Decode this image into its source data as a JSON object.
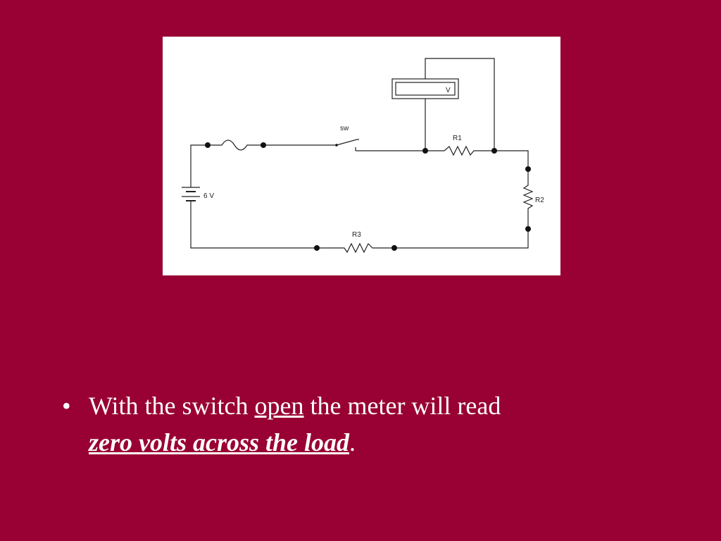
{
  "circuit": {
    "switch_label": "sw",
    "battery_label": "6 V",
    "meter_label": "V",
    "resistor_labels": [
      "R1",
      "R2",
      "R3"
    ]
  },
  "bullet": {
    "marker": "•",
    "text_before": "With the switch ",
    "emphasis_open": "open",
    "text_middle": " the meter will read",
    "emphasis_conclusion": "zero volts across the load",
    "text_end": "."
  },
  "colors": {
    "background": "#990033",
    "text": "#ffffff",
    "diagram_background": "#ffffff",
    "wire": "#222222"
  }
}
